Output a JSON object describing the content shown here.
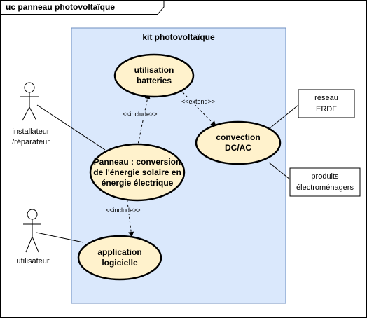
{
  "frame": {
    "title": "uc panneau photovoltaïque"
  },
  "system": {
    "title": "kit photovoltaïque"
  },
  "use_cases": {
    "batteries": {
      "label": "utilisation batteries"
    },
    "convection": {
      "label": "convection DC/AC"
    },
    "panneau": {
      "label": "Panneau : conversion de l'énergie solaire en énergie électrique"
    },
    "application": {
      "label": "application logicielle"
    }
  },
  "actors": {
    "installateur": {
      "label": "installateur /réparateur"
    },
    "utilisateur": {
      "label": "utilisateur"
    }
  },
  "external": {
    "reseau": {
      "label": "réseau ERDF"
    },
    "produits": {
      "label": "produits électroménagers"
    }
  },
  "relations": {
    "include_batteries": "<<include>>",
    "extend_convection": "<<extend>>",
    "include_application": "<<include>>"
  },
  "colors": {
    "use_case_fill": "#fff2cc",
    "system_fill": "#dae8fc",
    "system_stroke": "#6c8ebf",
    "stroke": "#000000"
  }
}
